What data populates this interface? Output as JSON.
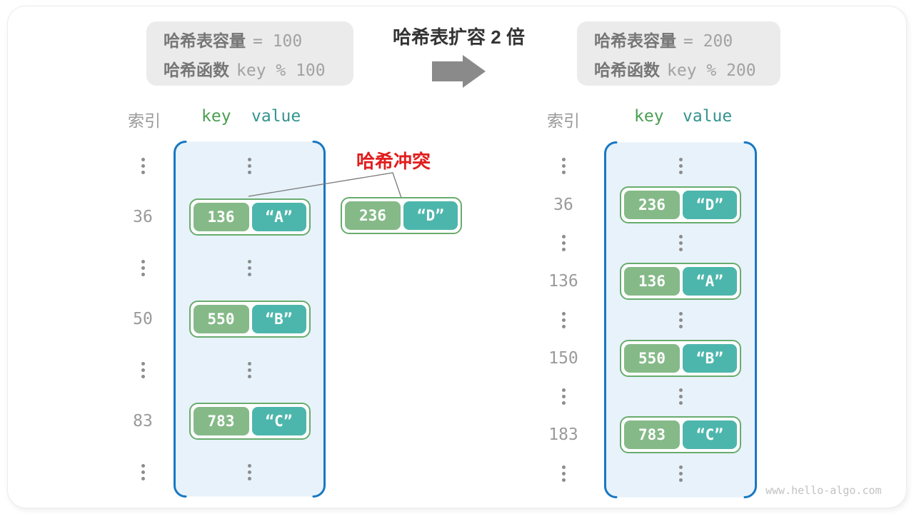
{
  "header": {
    "before_box": {
      "line1_label": "哈希表容量",
      "line1_value": "= 100",
      "line2_label": "哈希函数",
      "line2_value": "key % 100"
    },
    "expand_title": "哈希表扩容 2 倍",
    "after_box": {
      "line1_label": "哈希表容量",
      "line1_value": "= 200",
      "line2_label": "哈希函数",
      "line2_value": "key % 200"
    }
  },
  "collision": {
    "label": "哈希冲突",
    "pair": {
      "key": "236",
      "value": "“D”"
    }
  },
  "left_table": {
    "index_header": "索引",
    "key_header": "key",
    "value_header": "value",
    "rows": [
      {
        "type": "dots"
      },
      {
        "type": "pair",
        "index": "36",
        "key": "136",
        "value": "“A”"
      },
      {
        "type": "dots"
      },
      {
        "type": "pair",
        "index": "50",
        "key": "550",
        "value": "“B”"
      },
      {
        "type": "dots"
      },
      {
        "type": "pair",
        "index": "83",
        "key": "783",
        "value": "“C”"
      },
      {
        "type": "dots"
      }
    ]
  },
  "right_table": {
    "index_header": "索引",
    "key_header": "key",
    "value_header": "value",
    "rows": [
      {
        "type": "dots"
      },
      {
        "type": "pair",
        "index": "36",
        "key": "236",
        "value": "“D”"
      },
      {
        "type": "dots"
      },
      {
        "type": "pair",
        "index": "136",
        "key": "136",
        "value": "“A”"
      },
      {
        "type": "dots"
      },
      {
        "type": "pair",
        "index": "150",
        "key": "550",
        "value": "“B”"
      },
      {
        "type": "dots"
      },
      {
        "type": "pair",
        "index": "183",
        "key": "783",
        "value": "“C”"
      },
      {
        "type": "dots"
      }
    ]
  },
  "watermark": "www.hello-algo.com",
  "colors": {
    "table_border_blue": "#1878c2",
    "table_fill_blue": "#e7f2fa",
    "key_green": "#85ba88",
    "value_teal": "#4db6ac",
    "pair_border_green": "#68ac6e",
    "collision_red": "#e11d1d",
    "arrow_gray": "#8a8a8a",
    "text_gray": "#9a9a9a"
  }
}
